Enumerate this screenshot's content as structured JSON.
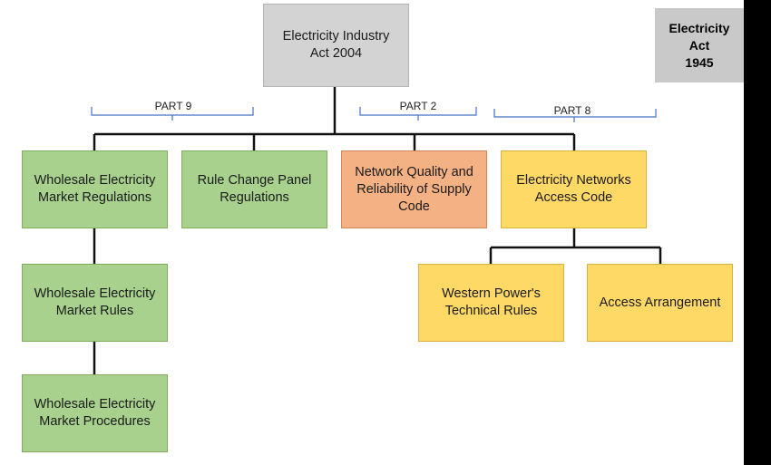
{
  "nodes": {
    "industry_act": "Electricity Industry\nAct 2004",
    "electricity_act": "Electricity Act\n1945",
    "wem_regulations": "Wholesale Electricity\nMarket Regulations",
    "rule_change": "Rule Change Panel\nRegulations",
    "network_quality": "Network Quality and\nReliability of Supply\nCode",
    "access_code": "Electricity Networks\nAccess Code",
    "wem_rules": "Wholesale Electricity\nMarket Rules",
    "wem_procedures": "Wholesale Electricity\nMarket Procedures",
    "technical_rules": "Western Power's\nTechnical Rules",
    "access_arrangement": "Access Arrangement"
  },
  "parts": {
    "part9": "PART 9",
    "part2": "PART 2",
    "part8": "PART 8"
  },
  "colors": {
    "green": "#a9d18e",
    "orange": "#f4b183",
    "yellow": "#ffd966",
    "grey": "#d3d3d3",
    "bracket": "#4472c4"
  }
}
